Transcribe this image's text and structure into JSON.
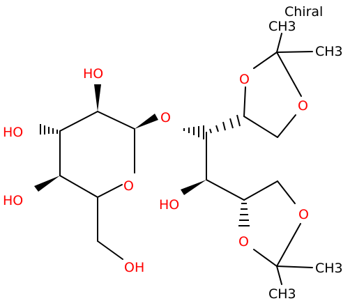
{
  "chiral_label": "Chiral",
  "colors": {
    "carbon": "#000000",
    "oxygen": "#ff0000",
    "background": "#ffffff"
  },
  "atoms": {
    "ho_top": "HO",
    "ho_left": "HO",
    "ho_lower_left": "HO",
    "ho_bottom": "OH",
    "ho_middle": "HO",
    "o_glycosidic": "O",
    "o_pyranose_ring": "O",
    "o_upper_ring_1": "O",
    "o_upper_ring_2": "O",
    "o_lower_ring_1": "O",
    "o_lower_ring_2": "O",
    "ch3_upper_1": "CH3",
    "ch3_upper_2": "CH3",
    "ch3_lower_1": "CH3",
    "ch3_lower_2": "CH3"
  }
}
